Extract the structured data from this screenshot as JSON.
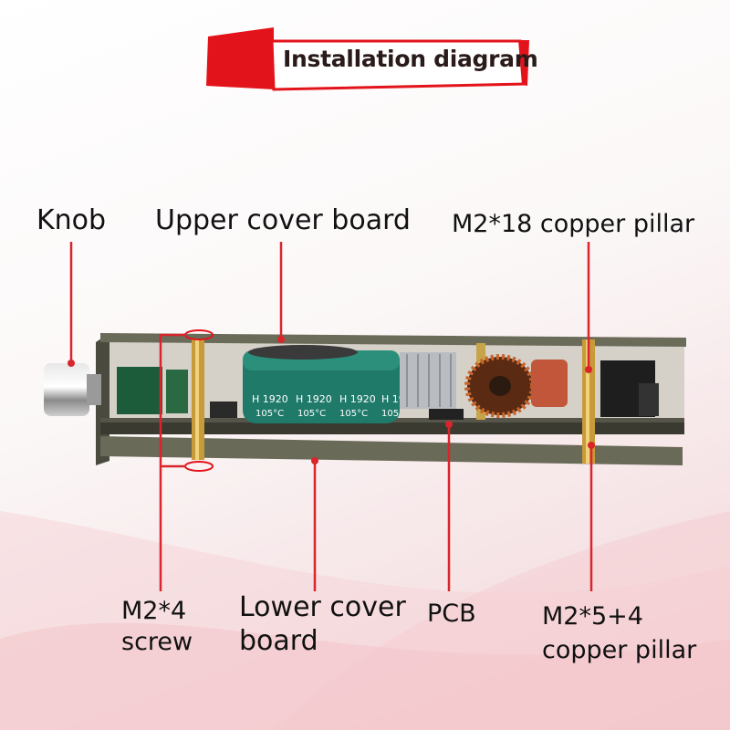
{
  "header": {
    "title": "Installation diagram"
  },
  "labels": {
    "knob": "Knob",
    "upper_cover_board": "Upper cover board",
    "m2_18_pillar": "M2*18 copper pillar",
    "m2_4_screw_line1": "M2*4",
    "m2_4_screw_line2": "screw",
    "lower_cover_board_line1": "Lower cover",
    "lower_cover_board_line2": "board",
    "pcb": "PCB",
    "m2_5_4_pillar_line1": "M2*5+4",
    "m2_5_4_pillar_line2": "copper pillar"
  },
  "capacitor": {
    "marking_code": "H 1920",
    "marking_temp": "105°C",
    "marking_partial": "H 19",
    "marking_temp_partial": "105"
  },
  "colors": {
    "accent_red": "#e3131b",
    "leader_line": "#d9252b",
    "board": "#5f5f50",
    "capacitor": "#1f7a6a"
  }
}
